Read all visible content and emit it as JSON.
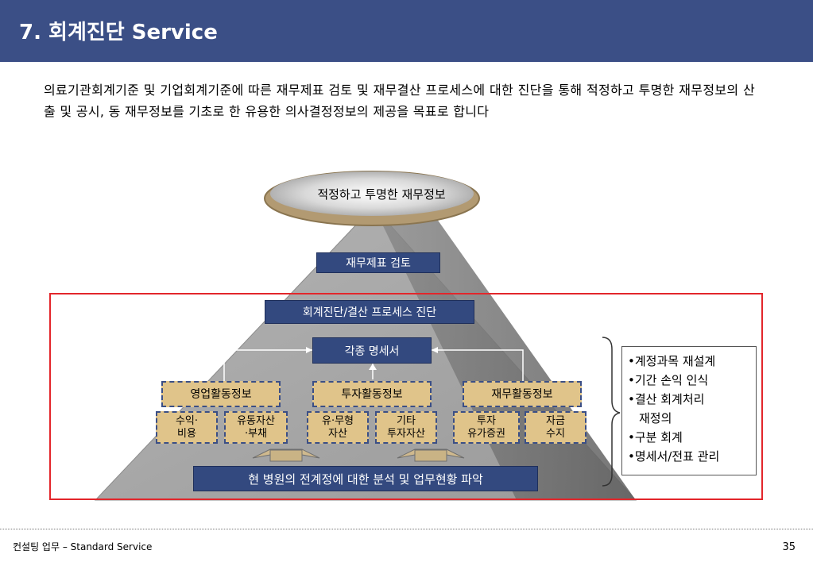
{
  "header": {
    "title": "7. 회계진단 Service"
  },
  "intro": "의료기관회계기준 및 기업회계기준에 따른 재무제표 검토 및 재무결산 프로세스에 대한 진단을 통해 적정하고 투명한 재무정보의 산출 및 공시, 동 재무정보를 기초로 한 유용한 의사결정정보의 제공을 목표로 합니다",
  "diagram": {
    "top_label": "적정하고 투명한 재무정보",
    "review": "재무제표 검토",
    "process": "회계진단/결산 프로세스 진단",
    "statements": "각종 명세서",
    "categories": [
      "영업활동정보",
      "투자활동정보",
      "재무활동정보"
    ],
    "sub_items": [
      [
        "수익·",
        "비용"
      ],
      [
        "유동자산",
        "·부채"
      ],
      [
        "유·무형",
        "자산"
      ],
      [
        "기타",
        "투자자산"
      ],
      [
        "투자",
        "유가증권"
      ],
      [
        "자금",
        "수지"
      ]
    ],
    "base": "현 병원의 전계정에 대한 분석 및 업무현황 파악"
  },
  "notes": [
    "•계정과목 재설계",
    "•기간 손익 인식",
    "•결산 회계처리",
    "재정의",
    "•구분 회계",
    "•명세서/전표 관리"
  ],
  "footer": {
    "left": "컨설팅 업무 – Standard Service",
    "page": "35"
  },
  "colors": {
    "header": "#3b4f86",
    "navy_box": "#33497f",
    "tan_box": "#e0c48a",
    "frame": "#e3262b"
  }
}
